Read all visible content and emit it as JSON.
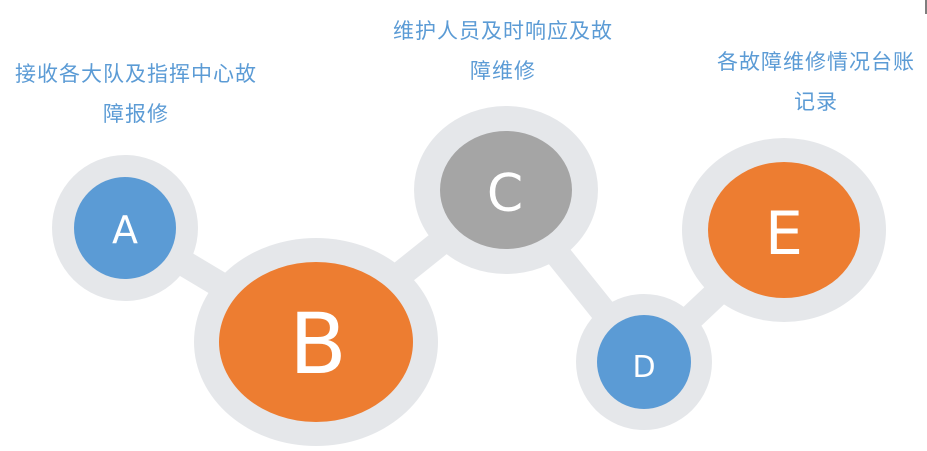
{
  "colors": {
    "ring": "#e5e7ea",
    "connector": "#e5e7ea",
    "blue": "#5b9bd5",
    "orange": "#ed7d31",
    "gray": "#a5a5a5",
    "caption": "#5b9bd5",
    "letter": "#ffffff"
  },
  "nodes": {
    "a": {
      "label": "A",
      "color": "blue"
    },
    "b": {
      "label": "B",
      "color": "orange"
    },
    "c": {
      "label": "C",
      "color": "gray"
    },
    "d": {
      "label": "D",
      "color": "blue"
    },
    "e": {
      "label": "E",
      "color": "orange"
    }
  },
  "captions": {
    "a": {
      "line1": "接收各大队及指挥中心故",
      "line2": "障报修"
    },
    "c": {
      "line1": "维护人员及时响应及故",
      "line2": "障维修"
    },
    "e": {
      "line1": "各故障维修情况台账",
      "line2": "记录"
    }
  }
}
